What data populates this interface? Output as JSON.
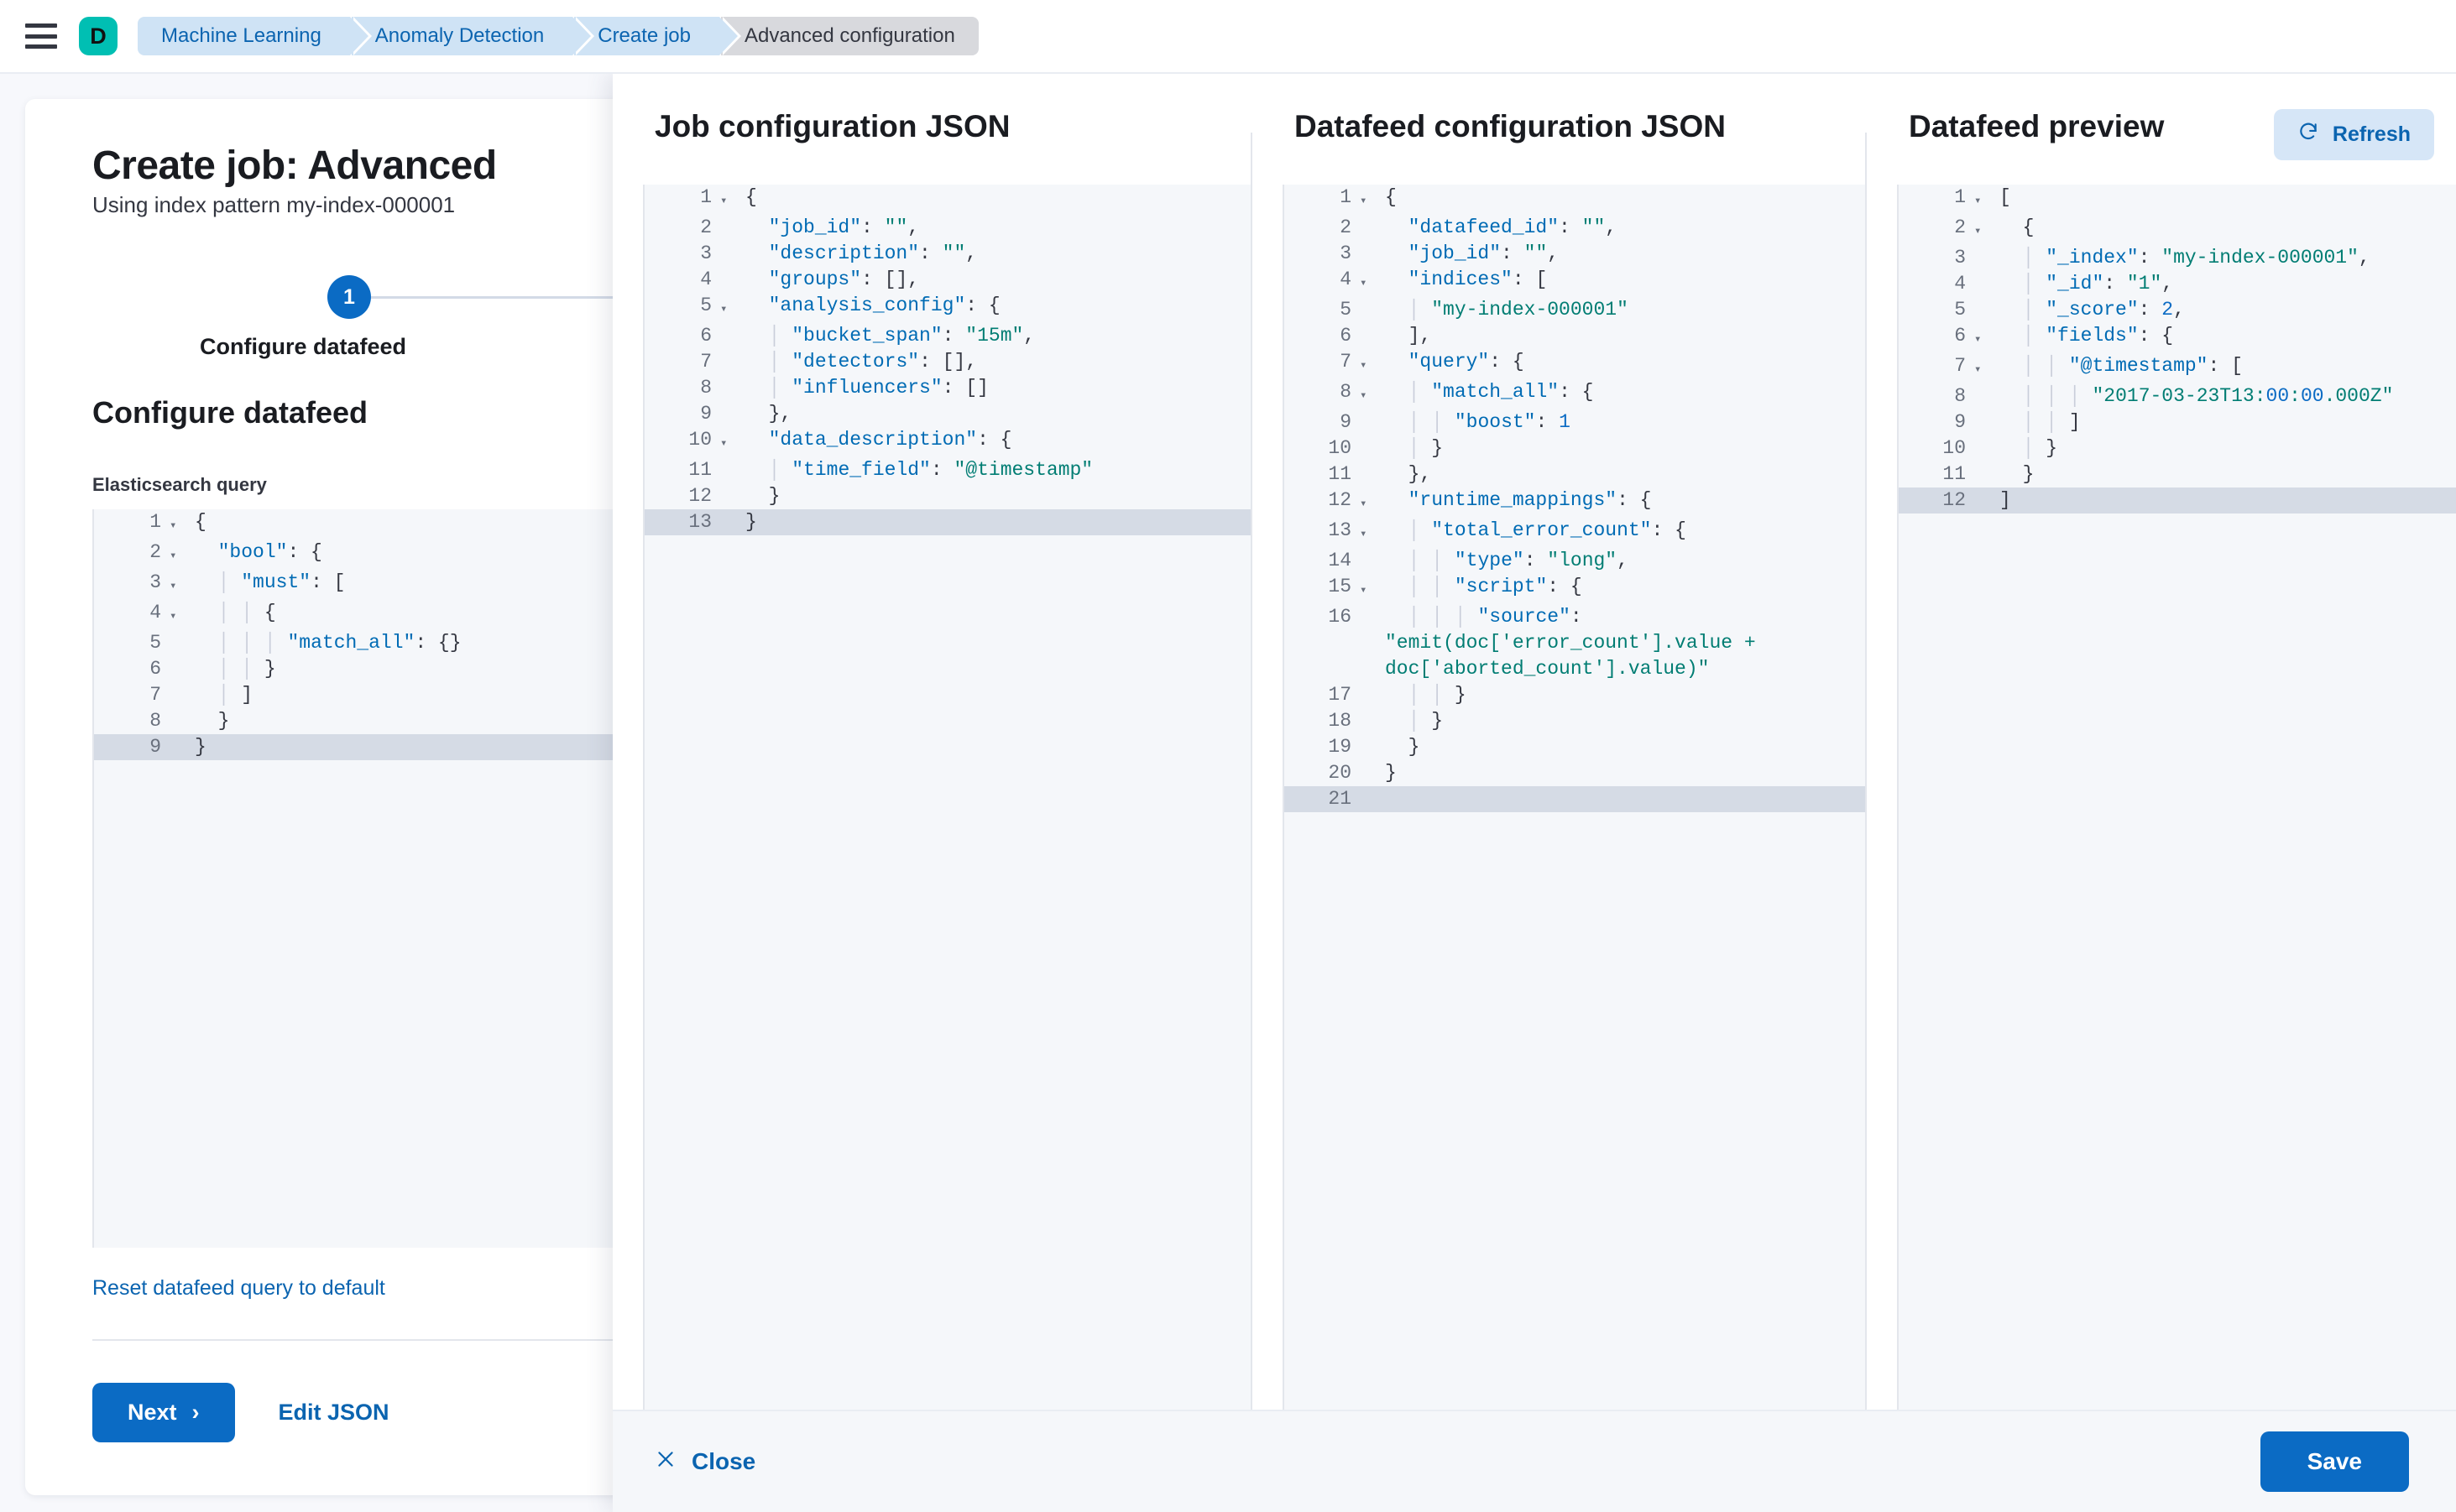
{
  "topbar": {
    "menu_icon": "hamburger-icon",
    "app_logo_letter": "D",
    "breadcrumbs": [
      {
        "label": "Machine Learning",
        "active": false
      },
      {
        "label": "Anomaly Detection",
        "active": false
      },
      {
        "label": "Create job",
        "active": false
      },
      {
        "label": "Advanced configuration",
        "active": true
      }
    ]
  },
  "wizard": {
    "title": "Create job: Advanced",
    "subtitle": "Using index pattern my-index-000001",
    "step_number": "1",
    "step_label": "Configure datafeed",
    "section_title": "Configure datafeed",
    "query_field_label": "Elasticsearch query",
    "reset_link": "Reset datafeed query to default",
    "next_button": "Next",
    "next_icon": "chevron-right-icon",
    "edit_json_button": "Edit JSON",
    "query_editor": {
      "active_line": 9,
      "lines": [
        {
          "n": "1",
          "fold": true,
          "code": "{"
        },
        {
          "n": "2",
          "fold": true,
          "code": "  \"bool\": {"
        },
        {
          "n": "3",
          "fold": true,
          "code": "  │ \"must\": ["
        },
        {
          "n": "4",
          "fold": true,
          "code": "  │ │ {"
        },
        {
          "n": "5",
          "fold": false,
          "code": "  │ │ │ \"match_all\": {}"
        },
        {
          "n": "6",
          "fold": false,
          "code": "  │ │ }"
        },
        {
          "n": "7",
          "fold": false,
          "code": "  │ ]"
        },
        {
          "n": "8",
          "fold": false,
          "code": "  }"
        },
        {
          "n": "9",
          "fold": false,
          "code": "}"
        }
      ]
    }
  },
  "flyout": {
    "columns": [
      {
        "title": "Job configuration JSON",
        "editor": {
          "active_line": 13,
          "lines": [
            {
              "n": "1",
              "fold": true,
              "code": "{"
            },
            {
              "n": "2",
              "fold": false,
              "code": "  \"job_id\": \"\","
            },
            {
              "n": "3",
              "fold": false,
              "code": "  \"description\": \"\","
            },
            {
              "n": "4",
              "fold": false,
              "code": "  \"groups\": [],"
            },
            {
              "n": "5",
              "fold": true,
              "code": "  \"analysis_config\": {"
            },
            {
              "n": "6",
              "fold": false,
              "code": "  │ \"bucket_span\": \"15m\","
            },
            {
              "n": "7",
              "fold": false,
              "code": "  │ \"detectors\": [],"
            },
            {
              "n": "8",
              "fold": false,
              "code": "  │ \"influencers\": []"
            },
            {
              "n": "9",
              "fold": false,
              "code": "  },"
            },
            {
              "n": "10",
              "fold": true,
              "code": "  \"data_description\": {"
            },
            {
              "n": "11",
              "fold": false,
              "code": "  │ \"time_field\": \"@timestamp\""
            },
            {
              "n": "12",
              "fold": false,
              "code": "  }"
            },
            {
              "n": "13",
              "fold": false,
              "code": "}"
            }
          ]
        }
      },
      {
        "title": "Datafeed configuration JSON",
        "editor": {
          "active_line": 21,
          "lines": [
            {
              "n": "1",
              "fold": true,
              "code": "{"
            },
            {
              "n": "2",
              "fold": false,
              "code": "  \"datafeed_id\": \"\","
            },
            {
              "n": "3",
              "fold": false,
              "code": "  \"job_id\": \"\","
            },
            {
              "n": "4",
              "fold": true,
              "code": "  \"indices\": ["
            },
            {
              "n": "5",
              "fold": false,
              "code": "  │ \"my-index-000001\""
            },
            {
              "n": "6",
              "fold": false,
              "code": "  ],"
            },
            {
              "n": "7",
              "fold": true,
              "code": "  \"query\": {"
            },
            {
              "n": "8",
              "fold": true,
              "code": "  │ \"match_all\": {"
            },
            {
              "n": "9",
              "fold": false,
              "code": "  │ │ \"boost\": 1"
            },
            {
              "n": "10",
              "fold": false,
              "code": "  │ }"
            },
            {
              "n": "11",
              "fold": false,
              "code": "  },"
            },
            {
              "n": "12",
              "fold": true,
              "code": "  \"runtime_mappings\": {"
            },
            {
              "n": "13",
              "fold": true,
              "code": "  │ \"total_error_count\": {"
            },
            {
              "n": "14",
              "fold": false,
              "code": "  │ │ \"type\": \"long\","
            },
            {
              "n": "15",
              "fold": true,
              "code": "  │ │ \"script\": {"
            },
            {
              "n": "16",
              "fold": false,
              "code": "  │ │ │ \"source\": \"emit(doc['error_count'].value + doc['aborted_count'].value)\""
            },
            {
              "n": "17",
              "fold": false,
              "code": "  │ │ }"
            },
            {
              "n": "18",
              "fold": false,
              "code": "  │ }"
            },
            {
              "n": "19",
              "fold": false,
              "code": "  }"
            },
            {
              "n": "20",
              "fold": false,
              "code": "}"
            },
            {
              "n": "21",
              "fold": false,
              "code": ""
            }
          ]
        }
      },
      {
        "title": "Datafeed preview",
        "refresh_button": "Refresh",
        "refresh_icon": "refresh-icon",
        "editor": {
          "active_line": 12,
          "lines": [
            {
              "n": "1",
              "fold": true,
              "code": "["
            },
            {
              "n": "2",
              "fold": true,
              "code": "  {"
            },
            {
              "n": "3",
              "fold": false,
              "code": "  │ \"_index\": \"my-index-000001\","
            },
            {
              "n": "4",
              "fold": false,
              "code": "  │ \"_id\": \"1\","
            },
            {
              "n": "5",
              "fold": false,
              "code": "  │ \"_score\": 2,"
            },
            {
              "n": "6",
              "fold": true,
              "code": "  │ \"fields\": {"
            },
            {
              "n": "7",
              "fold": true,
              "code": "  │ │ \"@timestamp\": ["
            },
            {
              "n": "8",
              "fold": false,
              "code": "  │ │ │ \"2017-03-23T13:00:00.000Z\""
            },
            {
              "n": "9",
              "fold": false,
              "code": "  │ │ ]"
            },
            {
              "n": "10",
              "fold": false,
              "code": "  │ }"
            },
            {
              "n": "11",
              "fold": false,
              "code": "  }"
            },
            {
              "n": "12",
              "fold": false,
              "code": "]"
            }
          ]
        }
      }
    ],
    "footer": {
      "close_label": "Close",
      "close_icon": "close-icon",
      "save_label": "Save"
    }
  },
  "colors": {
    "accent_blue": "#0B6BC4",
    "brand_teal": "#00BFB3",
    "link_blue": "#0B64B0",
    "string_green": "#017D73",
    "key_blue": "#006BB4"
  }
}
